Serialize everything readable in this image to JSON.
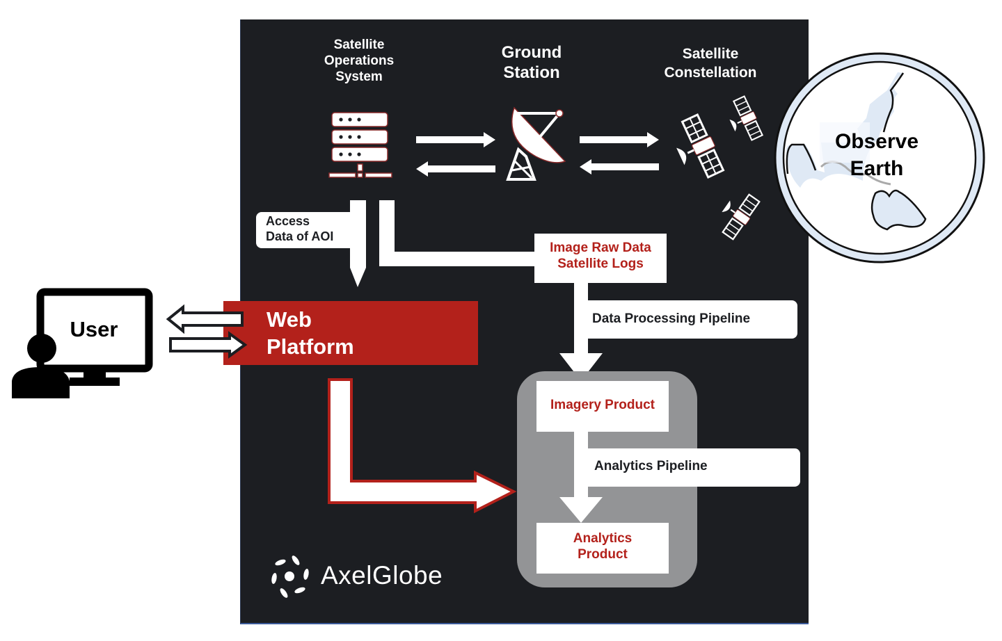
{
  "diagram": {
    "title": "AxelGlobe system architecture",
    "nodes": {
      "sat_ops": {
        "label_lines": [
          "Satellite",
          "Operations",
          "System"
        ],
        "icon": "server-icon"
      },
      "ground_station": {
        "label_lines": [
          "Ground",
          "Station"
        ],
        "icon": "satellite-dish-icon"
      },
      "constellation": {
        "label_lines": [
          "Satellite",
          "Constellation"
        ],
        "icon": "satellite-icon"
      },
      "earth": {
        "label_lines": [
          "Observe",
          "Earth"
        ],
        "icon": "globe-icon"
      },
      "user": {
        "label": "User",
        "icon": "user-computer-icon"
      },
      "web_platform": {
        "label_lines": [
          "Web",
          "Platform"
        ]
      },
      "raw_data": {
        "label_lines": [
          "Image Raw Data",
          "Satellite Logs"
        ]
      },
      "imagery_product": {
        "label": "Imagery Product"
      },
      "analytics_product": {
        "label_lines": [
          "Analytics",
          "Product"
        ]
      }
    },
    "edges": {
      "access_aoi": {
        "label_lines": [
          "Access",
          "Data of AOI"
        ]
      },
      "data_processing": {
        "label": "Data Processing Pipeline"
      },
      "analytics_pipeline": {
        "label": "Analytics Pipeline"
      }
    },
    "brand": {
      "name": "AxelGlobe"
    },
    "colors": {
      "panel": "#1c1e22",
      "accent_red": "#b3211b",
      "product_group": "#939496",
      "earth_fill": "#dfe9f5",
      "white": "#ffffff"
    }
  }
}
